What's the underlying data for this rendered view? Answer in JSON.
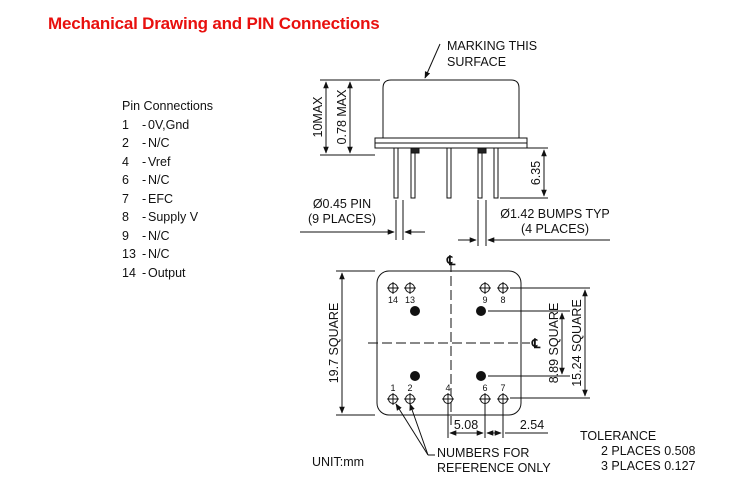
{
  "title": "Mechanical Drawing and PIN Connections",
  "title_color": "#e8100e",
  "pin_connections": {
    "header": "Pin Connections",
    "rows": [
      {
        "num": "1",
        "name": "0V,Gnd"
      },
      {
        "num": "2",
        "name": "N/C"
      },
      {
        "num": "4",
        "name": "Vref"
      },
      {
        "num": "6",
        "name": "N/C"
      },
      {
        "num": "7",
        "name": "EFC"
      },
      {
        "num": "8",
        "name": "Supply V"
      },
      {
        "num": "9",
        "name": "N/C"
      },
      {
        "num": "13",
        "name": "N/C"
      },
      {
        "num": "14",
        "name": "Output"
      }
    ]
  },
  "side_view": {
    "marking_line1": "MARKING THIS",
    "marking_line2": "SURFACE",
    "dim_height_mm": "10MAX",
    "dim_height_in": "0.78 MAX",
    "dim_pin_length": "6.35",
    "pin_dia_line1": "Ø0.45 PIN",
    "pin_dia_line2": "(9 PLACES)",
    "bumps_line1": "Ø1.42 BUMPS TYP",
    "bumps_line2": "(4 PLACES)"
  },
  "bottom_view": {
    "centerline_symbol": "℄",
    "pin_labels_top": [
      "14",
      "13",
      "9",
      "8"
    ],
    "pin_labels_bottom": [
      "1",
      "2",
      "4",
      "6",
      "7"
    ],
    "dim_outer": "19.7 SQUARE",
    "dim_inner": "15.24 SQUARE",
    "dim_bump": "8.89 SQUARE",
    "dim_spacing_wide": "5.08",
    "dim_spacing_narrow": "2.54",
    "numbers_line1": "NUMBERS FOR",
    "numbers_line2": "REFERENCE ONLY"
  },
  "tolerance": {
    "header": "TOLERANCE",
    "line1": "2 PLACES 0.508",
    "line2": "3 PLACES 0.127"
  },
  "unit": "UNIT:mm"
}
